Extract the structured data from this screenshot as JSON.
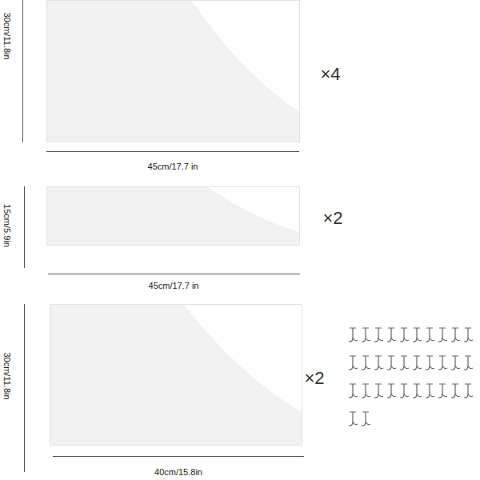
{
  "diagram": {
    "labels": [
      "30cm/11.8in",
      "45cm/17.7 in",
      "×4",
      "15cm/5.9in",
      "45cm/17.7 in",
      "×2",
      "30cm/11.8in",
      "40cm/15.8in",
      "×2"
    ]
  }
}
